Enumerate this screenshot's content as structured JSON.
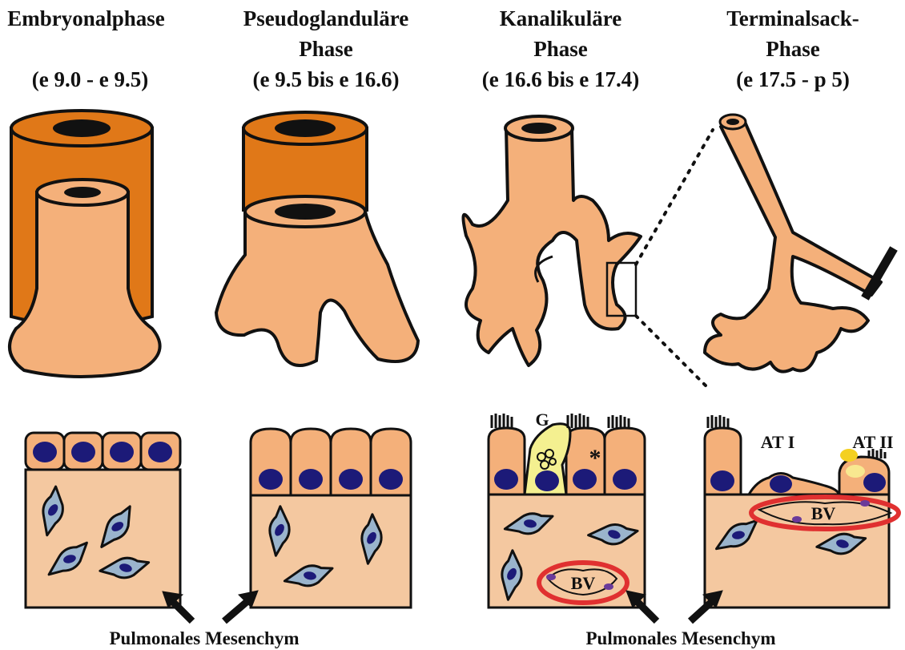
{
  "colors": {
    "dark_orange": "#e07818",
    "light_orange": "#f4b07a",
    "mesenchyme": "#f4c8a0",
    "nucleus": "#1c1a78",
    "fibroblast": "#9ab4cc",
    "goblet": "#f4f090",
    "vessel_ring": "#e03030",
    "surfactant": "#f4d020"
  },
  "phases": [
    {
      "title_line1": "Embryonalphase",
      "title_line2": "",
      "range": "(e 9.0 - e 9.5)"
    },
    {
      "title_line1": "Pseudoglanduläre",
      "title_line2": "Phase",
      "range": "(e 9.5 bis e 16.6)"
    },
    {
      "title_line1": "Kanalikuläre",
      "title_line2": "Phase",
      "range": "(e 16.6 bis e 17.4)"
    },
    {
      "title_line1": "Terminalsack-",
      "title_line2": "Phase",
      "range": "(e 17.5 - p 5)"
    }
  ],
  "cell_labels": {
    "goblet": "G",
    "star": "*",
    "vessel_canalicular": "BV",
    "vessel_saccular": "BV",
    "at1": "AT I",
    "at2": "AT II"
  },
  "captions": {
    "left": "Pulmonales Mesenchym",
    "right": "Pulmonales Mesenchym"
  }
}
